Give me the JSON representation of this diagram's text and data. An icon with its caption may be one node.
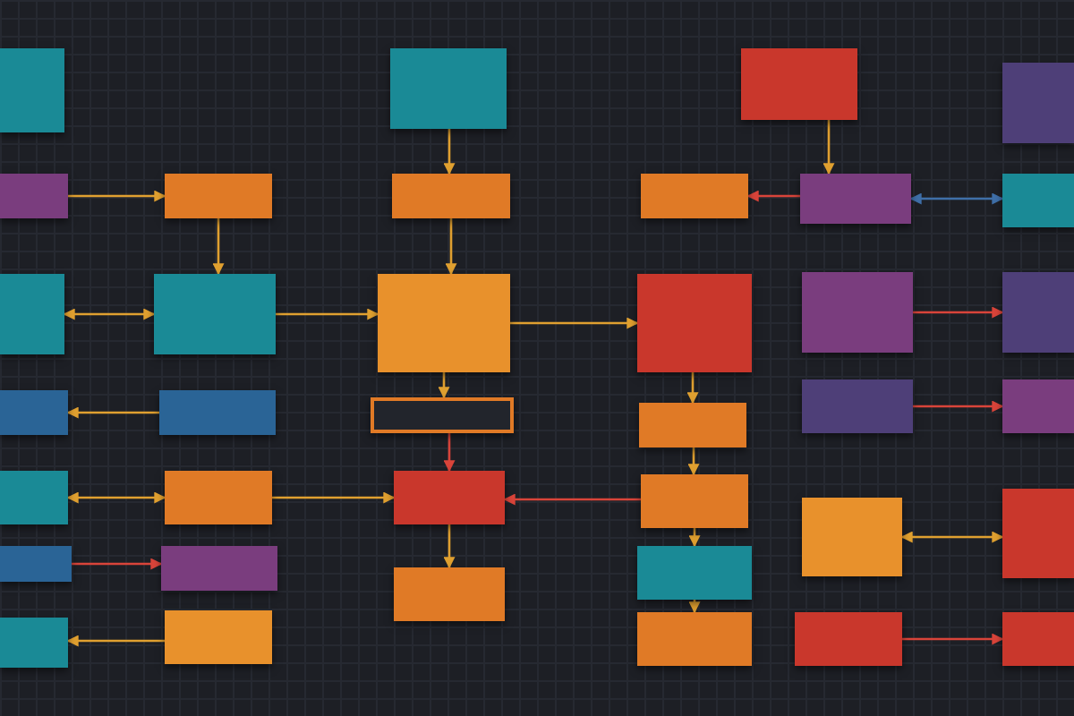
{
  "diagram": {
    "nodes": [
      {
        "text": [],
        "shape": "box"
      },
      {
        "text": [],
        "shape": "box"
      },
      {
        "text": [],
        "shape": "box"
      },
      {
        "text": [],
        "shape": "box"
      },
      {
        "text": [],
        "shape": "box"
      },
      {
        "text": [],
        "shape": "box"
      },
      {
        "text": [],
        "shape": "box"
      },
      {
        "text": [],
        "shape": "box"
      },
      {
        "text": [],
        "shape": "box"
      },
      {
        "text": [],
        "shape": "box"
      },
      {
        "text": [],
        "shape": "box"
      },
      {
        "text": [],
        "shape": "box"
      },
      {
        "text": [],
        "shape": "box"
      },
      {
        "text": [],
        "shape": "box"
      },
      {
        "text": [],
        "shape": "box"
      },
      {
        "text": [],
        "shape": "box"
      },
      {
        "text": [],
        "shape": "box"
      },
      {
        "text": [],
        "shape": "box"
      },
      {
        "text": [],
        "shape": "box"
      },
      {
        "text": [],
        "shape": "box"
      },
      {
        "text": [],
        "shape": "box"
      },
      {
        "text": [],
        "shape": "box"
      },
      {
        "text": [],
        "shape": "box"
      },
      {
        "text": [],
        "shape": "box"
      },
      {
        "text": [],
        "shape": "box"
      },
      {
        "text": [],
        "shape": "box"
      },
      {
        "text": [],
        "shape": "box"
      },
      {
        "text": [],
        "shape": "box"
      },
      {
        "text": [],
        "shape": "box"
      },
      {
        "text": [],
        "shape": "box"
      },
      {
        "text": [],
        "shape": "box"
      },
      {
        "text": [],
        "shape": "box"
      },
      {
        "text": [],
        "shape": "box"
      },
      {
        "text": [],
        "shape": "box"
      },
      {
        "text": [],
        "shape": "box"
      },
      {
        "text": [],
        "shape": "box"
      },
      {
        "text": [],
        "shape": "box"
      }
    ],
    "edges": [
      {
        "from": 1,
        "to": 7,
        "arrow": "to"
      },
      {
        "from": 7,
        "to": 8,
        "arrow": "to"
      },
      {
        "from": 2,
        "to": 8,
        "arrow": "both"
      },
      {
        "from": 9,
        "to": 3,
        "arrow": "to"
      },
      {
        "from": 10,
        "to": 4,
        "arrow": "both"
      },
      {
        "from": 5,
        "to": 11,
        "arrow": "to",
        "color": "#d9443a"
      },
      {
        "from": 12,
        "to": 6,
        "arrow": "to"
      },
      {
        "from": 13,
        "to": 14,
        "arrow": "to"
      },
      {
        "from": 14,
        "to": 15,
        "arrow": "to"
      },
      {
        "from": 15,
        "to": 16,
        "arrow": "to"
      },
      {
        "from": 16,
        "to": 17,
        "arrow": "to",
        "color": "#d9443a"
      },
      {
        "from": 17,
        "to": 18,
        "arrow": "to"
      },
      {
        "from": 8,
        "to": 15,
        "arrow": "to"
      },
      {
        "from": 10,
        "to": 17,
        "arrow": "to"
      },
      {
        "from": 15,
        "to": 20,
        "arrow": "to"
      },
      {
        "from": 22,
        "to": 17,
        "arrow": "to",
        "color": "#d9443a"
      },
      {
        "from": 20,
        "to": 21,
        "arrow": "to"
      },
      {
        "from": 21,
        "to": 22,
        "arrow": "to"
      },
      {
        "from": 22,
        "to": 23,
        "arrow": "to"
      },
      {
        "from": 23,
        "to": 24,
        "arrow": "to"
      },
      {
        "from": 26,
        "to": 19,
        "arrow": "to",
        "color": "#d9443a"
      },
      {
        "from": 25,
        "to": 26,
        "arrow": "to"
      },
      {
        "from": 26,
        "to": 32,
        "arrow": "both",
        "color": "#3f6fa8"
      },
      {
        "from": 27,
        "to": 33,
        "arrow": "to",
        "color": "#d9443a"
      },
      {
        "from": 28,
        "to": 34,
        "arrow": "to",
        "color": "#d9443a"
      },
      {
        "from": 35,
        "to": 29,
        "arrow": "both"
      },
      {
        "from": 30,
        "to": 36,
        "arrow": "to",
        "color": "#d9443a"
      }
    ]
  }
}
